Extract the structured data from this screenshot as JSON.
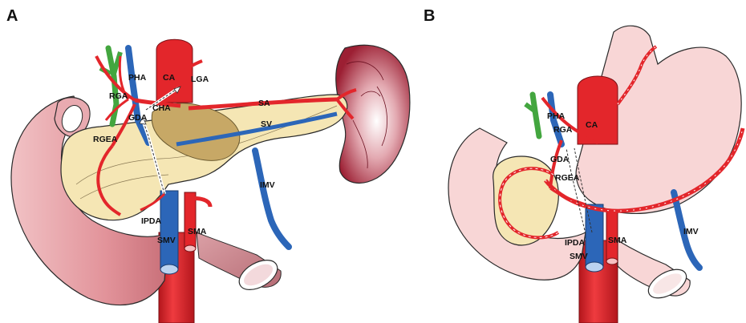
{
  "panels": [
    {
      "id": "A",
      "label": "A",
      "labels": {
        "pha": "PHA",
        "ca": "CA",
        "lga": "LGA",
        "rga": "RGA",
        "cha": "CHA",
        "sa": "SA",
        "gda": "GDA",
        "sv": "SV",
        "rgea": "RGEA",
        "imv": "IMV",
        "ipda": "IPDA",
        "sma": "SMA",
        "smv": "SMV"
      }
    },
    {
      "id": "B",
      "label": "B",
      "labels": {
        "pha": "PHA",
        "ca": "CA",
        "rga": "RGA",
        "gda": "GDA",
        "rgea": "RGEA",
        "ipda": "IPDA",
        "sma": "SMA",
        "smv": "SMV",
        "imv": "IMV"
      }
    }
  ],
  "colors": {
    "artery": "#e3262b",
    "vein": "#2c66b8",
    "bile_duct": "#43a63f",
    "pancreas": "#f5e6b4",
    "tumor": "#c7a866",
    "duodenum": "#e9a6ab",
    "stomach": "#f8d6d6",
    "spleen": "#a3283a",
    "outline": "#2a2a2a"
  }
}
